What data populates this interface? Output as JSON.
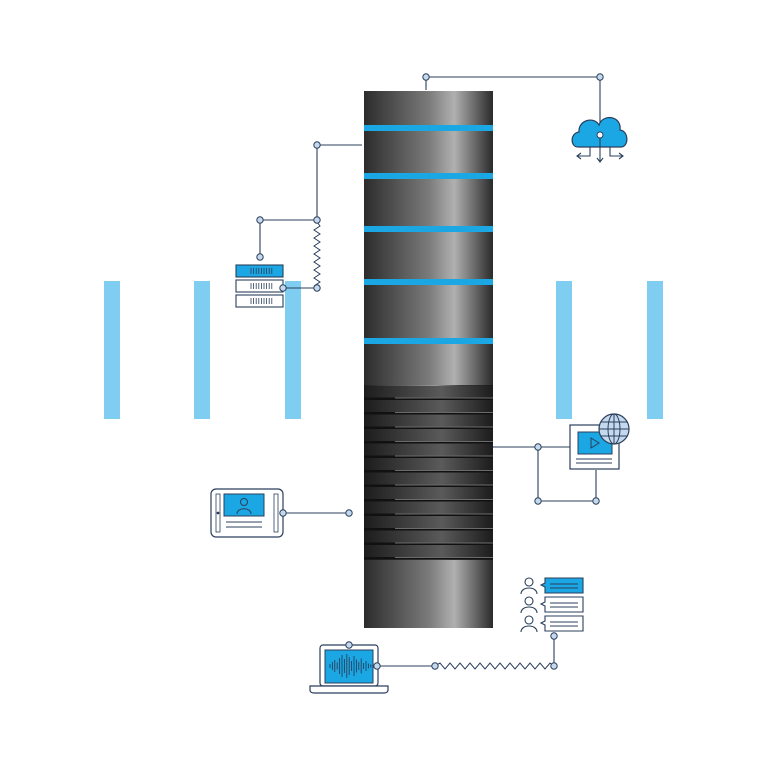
{
  "colors": {
    "background": "#ffffff",
    "accent_light_blue": "#7fcdf1",
    "accent_blue": "#1aa7e3",
    "line": "#2b3f5c",
    "node_fill": "#c5d9ee",
    "server_dark": "#2a2a2a",
    "server_light": "#8a8a8a"
  },
  "icons": {
    "cloud": "cloud-icon",
    "storage": "server-stack-icon",
    "tablet": "tablet-icon",
    "video": "video-document-icon",
    "globe": "globe-icon",
    "users": "users-chat-icon",
    "laptop": "laptop-audio-icon"
  },
  "server": {
    "upper_blade_count": 5,
    "lower_slot_count": 12
  },
  "lights": {
    "left_bar_count": 3,
    "right_bar_count": 2
  },
  "storage": {
    "unit_count": 3
  },
  "users": {
    "person_count": 3
  }
}
